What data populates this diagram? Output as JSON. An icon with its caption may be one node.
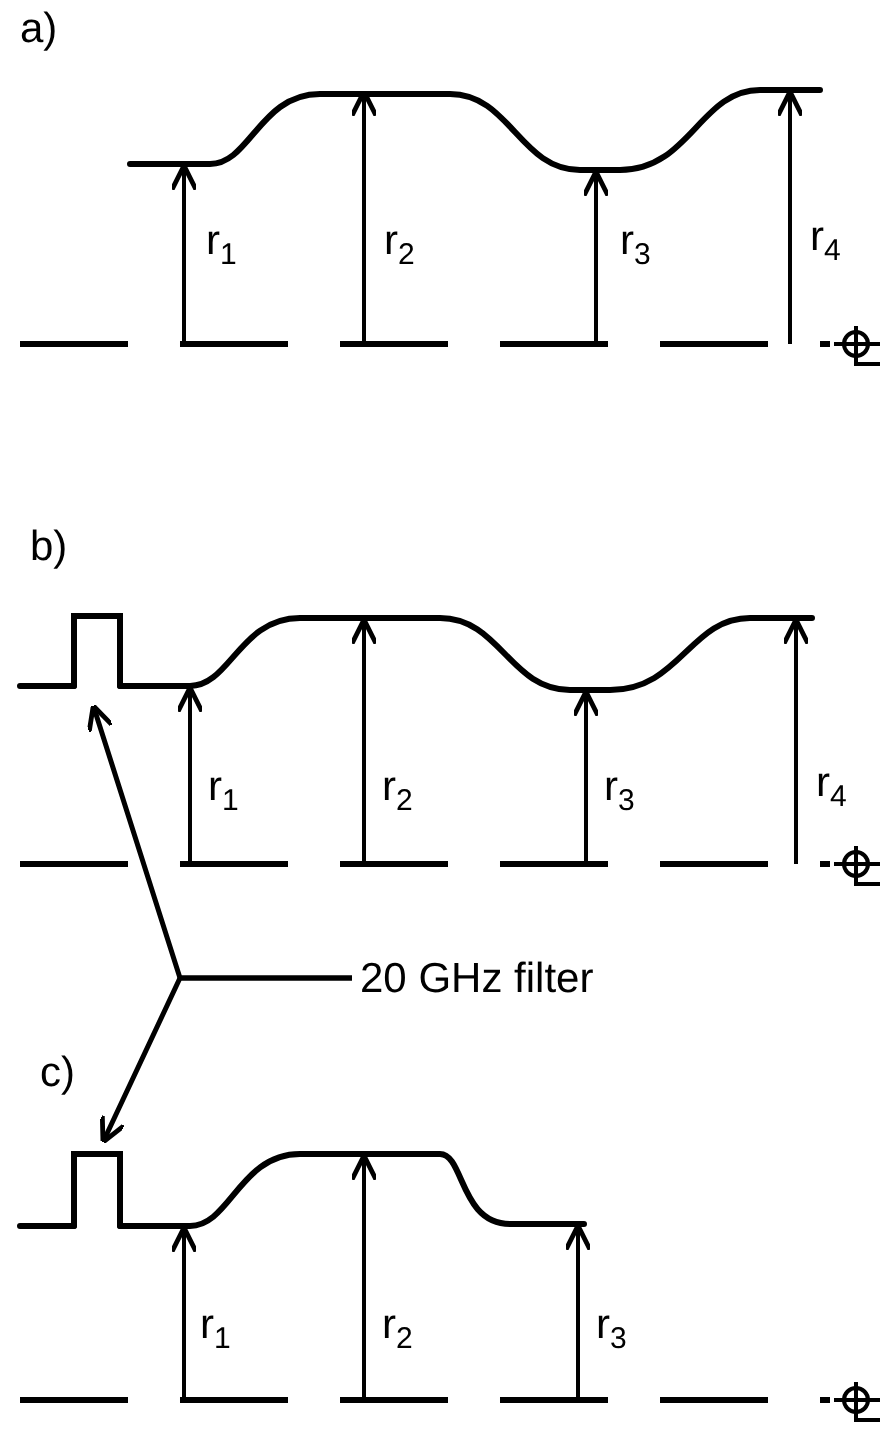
{
  "diagram": {
    "nodes": [
      {
        "text": [
          "20 GHz filter"
        ]
      },
      {
        "text": [],
        "shape": "box"
      },
      {
        "text": [],
        "shape": "box"
      }
    ],
    "edges": [
      {
        "from": 0,
        "to": 1,
        "arrow": "to"
      },
      {
        "from": 0,
        "to": 2,
        "arrow": "to"
      }
    ],
    "labels": [
      "a)",
      "r$_{1}$",
      "r$_{2}$",
      "r$_{3}$",
      "r$_{4}$",
      "b)",
      "r$_{1}$",
      "r$_{2}$",
      "r$_{3}$",
      "r$_{4}$",
      "c)",
      "r$_{1}$",
      "r$_{2}$",
      "r$_{3}$"
    ]
  }
}
